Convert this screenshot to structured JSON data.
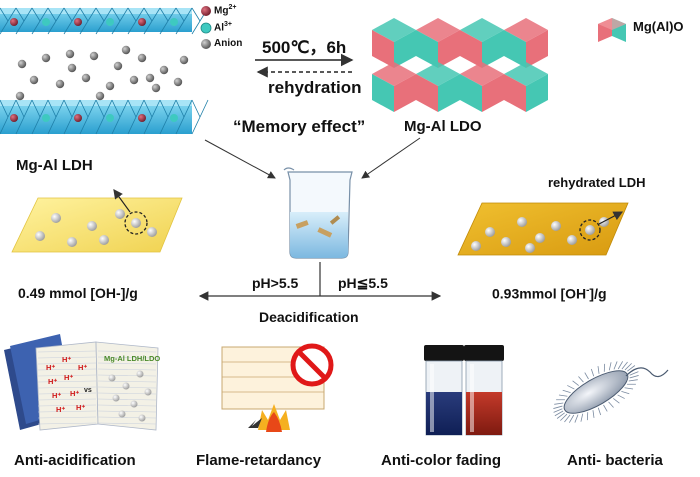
{
  "top_left": {
    "legend": [
      {
        "ion": "Mg",
        "charge": "2+",
        "color": "#8b2b3a"
      },
      {
        "ion": "Al",
        "charge": "3+",
        "color": "#3ec9c0"
      },
      {
        "ion": "Anion",
        "charge": "",
        "color": "#8a8a8a"
      }
    ],
    "label": "Mg-Al LDH"
  },
  "process": {
    "forward": "500℃，6h",
    "reverse": "rehydration",
    "caption": "“Memory effect”"
  },
  "top_right": {
    "legend_label": "Mg(Al)O",
    "label": "Mg-Al LDO",
    "colors": {
      "pink": "#e8707a",
      "teal": "#45c7b3"
    }
  },
  "middle": {
    "left_value": "0.49 mmol [OH-]/g",
    "right_value_prefix": "0.93mmol [OH",
    "right_value_sup": "-",
    "right_value_suffix": "]/g",
    "rehydrated_label": "rehydrated LDH",
    "ph_left": "pH>5.5",
    "ph_right": "pH≦5.5",
    "deacidification": "Deacidification"
  },
  "bottom": {
    "paper_text": "Mg-Al LDH/LDO",
    "vs_text": "vs",
    "h_label": "H⁺",
    "items": [
      "Anti-acidification",
      "Flame-retardancy",
      "Anti-color fading",
      "Anti- bacteria"
    ]
  }
}
